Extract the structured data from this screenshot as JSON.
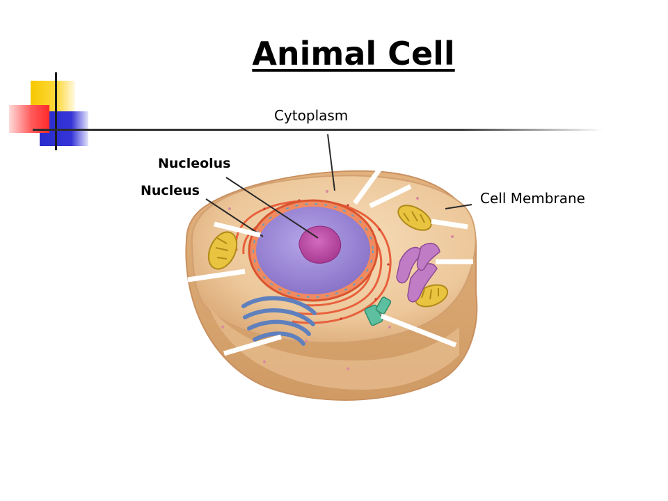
{
  "slide": {
    "title": "Animal Cell"
  },
  "labels": {
    "cytoplasm": "Cytoplasm",
    "nucleolus": "Nucleolus",
    "nucleus": "Nucleus",
    "cell_membrane": "Cell Membrane"
  },
  "colors": {
    "cell_body": "#ecc79a",
    "cell_rim": "#d9a874",
    "nuclear_envelope": "#e8603c",
    "nucleus": "#9a86d6",
    "nucleolus": "#c24fa8",
    "mitochondria": "#e8c440",
    "golgi": "#6f8fc8",
    "er": "#b86bb0",
    "centrosome": "#5cc0a0",
    "accent_yellow": "#f6c800",
    "accent_blue": "#2a2ccc",
    "accent_red": "#ff3a3a"
  }
}
